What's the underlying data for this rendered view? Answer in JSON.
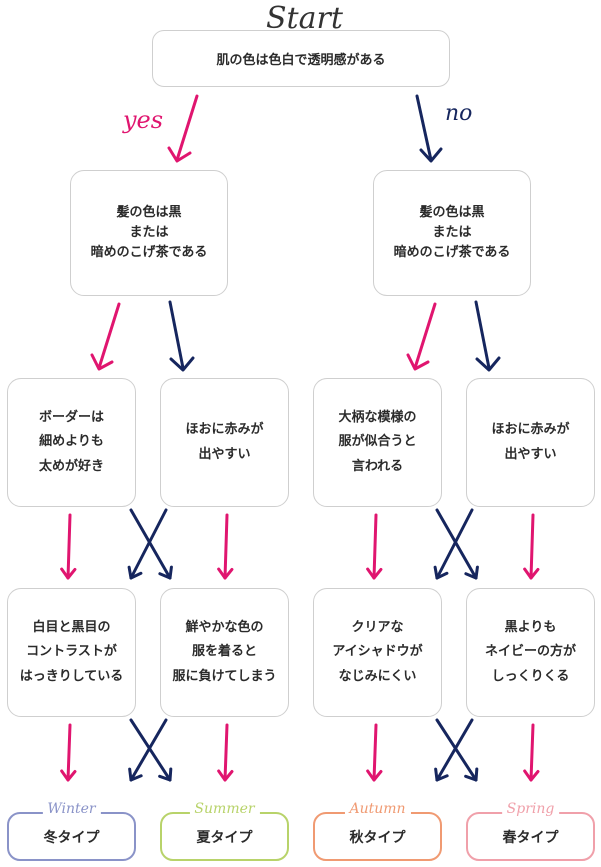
{
  "title": "Start",
  "start_question": "肌の色は色白で透明感がある",
  "branches": {
    "yes_label": "yes",
    "no_label": "no"
  },
  "colors": {
    "yes_arrow": "#e0156f",
    "no_arrow": "#16265e",
    "winter": "#8a93c8",
    "summer": "#b8d36a",
    "autumn": "#f09a72",
    "spring": "#f0a0aa"
  },
  "level2": [
    {
      "lines": [
        "髪の色は黒",
        "または",
        "暗めのこげ茶である"
      ]
    },
    {
      "lines": [
        "髪の色は黒",
        "または",
        "暗めのこげ茶である"
      ]
    }
  ],
  "level3": [
    {
      "lines": [
        "ボーダーは",
        "細めよりも",
        "太めが好き"
      ]
    },
    {
      "lines": [
        "ほおに赤みが",
        "出やすい"
      ]
    },
    {
      "lines": [
        "大柄な模様の",
        "服が似合うと",
        "言われる"
      ]
    },
    {
      "lines": [
        "ほおに赤みが",
        "出やすい"
      ]
    }
  ],
  "level4": [
    {
      "lines": [
        "白目と黒目の",
        "コントラストが",
        "はっきりしている"
      ]
    },
    {
      "lines": [
        "鮮やかな色の",
        "服を着ると",
        "服に負けてしまう"
      ]
    },
    {
      "lines": [
        "クリアな",
        "アイシャドウが",
        "なじみにくい"
      ]
    },
    {
      "lines": [
        "黒よりも",
        "ネイビーの方が",
        "しっくりくる"
      ]
    }
  ],
  "results": [
    {
      "season": "Winter",
      "label": "冬タイプ"
    },
    {
      "season": "Summer",
      "label": "夏タイプ"
    },
    {
      "season": "Autumn",
      "label": "秋タイプ"
    },
    {
      "season": "Spring",
      "label": "春タイプ"
    }
  ]
}
